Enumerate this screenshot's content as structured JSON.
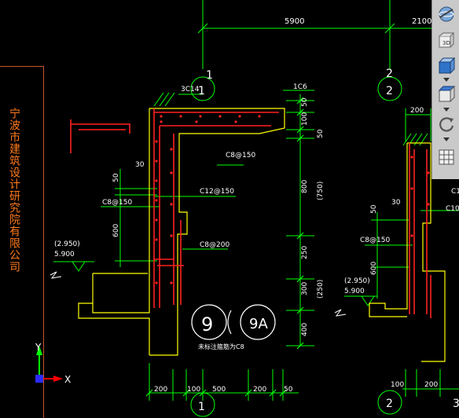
{
  "stamp": {
    "company": "宁波市建筑设计研究院有限公司"
  },
  "dims": {
    "top_span_1": "5900",
    "top_span_2": "2100",
    "right_v": [
      "50",
      "100",
      "50",
      "800",
      "(750)",
      "250",
      "300",
      "(250)",
      "400"
    ],
    "left_v": [
      "50",
      "600"
    ],
    "bottom": [
      "200",
      "100",
      "500",
      "200",
      "50"
    ],
    "right_detail_bottom": [
      "100",
      "200"
    ],
    "right_detail_top": "200",
    "right_detail_v": [
      "50",
      "600"
    ]
  },
  "grid": {
    "axis_1": "1",
    "axis_2": "2",
    "axis_3": "3"
  },
  "labels": {
    "rebar_3c14": "3C14",
    "rebar_1c6": "1C6",
    "slab_c8": "C8@150",
    "c12": "C12@150",
    "c8_left": "C8@150",
    "c8_200": "C8@200",
    "c8_right": "C8@150",
    "c10_right": "C10@",
    "c_right_top": "C1",
    "note_30": "30",
    "note_30b": "30",
    "elev_a": "(2.950)",
    "elev_b": "5.900",
    "elev_c": "(2.950)",
    "elev_d": "5.900",
    "detail_9": "9",
    "detail_9a": "9A",
    "detail_note": "未标注箍筋为C8"
  },
  "ucs": {
    "y": "Y",
    "x": "X"
  },
  "toolbar": {
    "items": [
      "globe-icon",
      "3d-view-icon",
      "cube-front-icon",
      "cube-top-icon",
      "orbit-icon",
      "grid-view-icon"
    ]
  },
  "colors": {
    "background": "#000000",
    "green": "#00ff00",
    "red": "#ff0000",
    "yellow": "#ffff00",
    "white": "#ffffff",
    "orange": "#ff7a1a"
  }
}
